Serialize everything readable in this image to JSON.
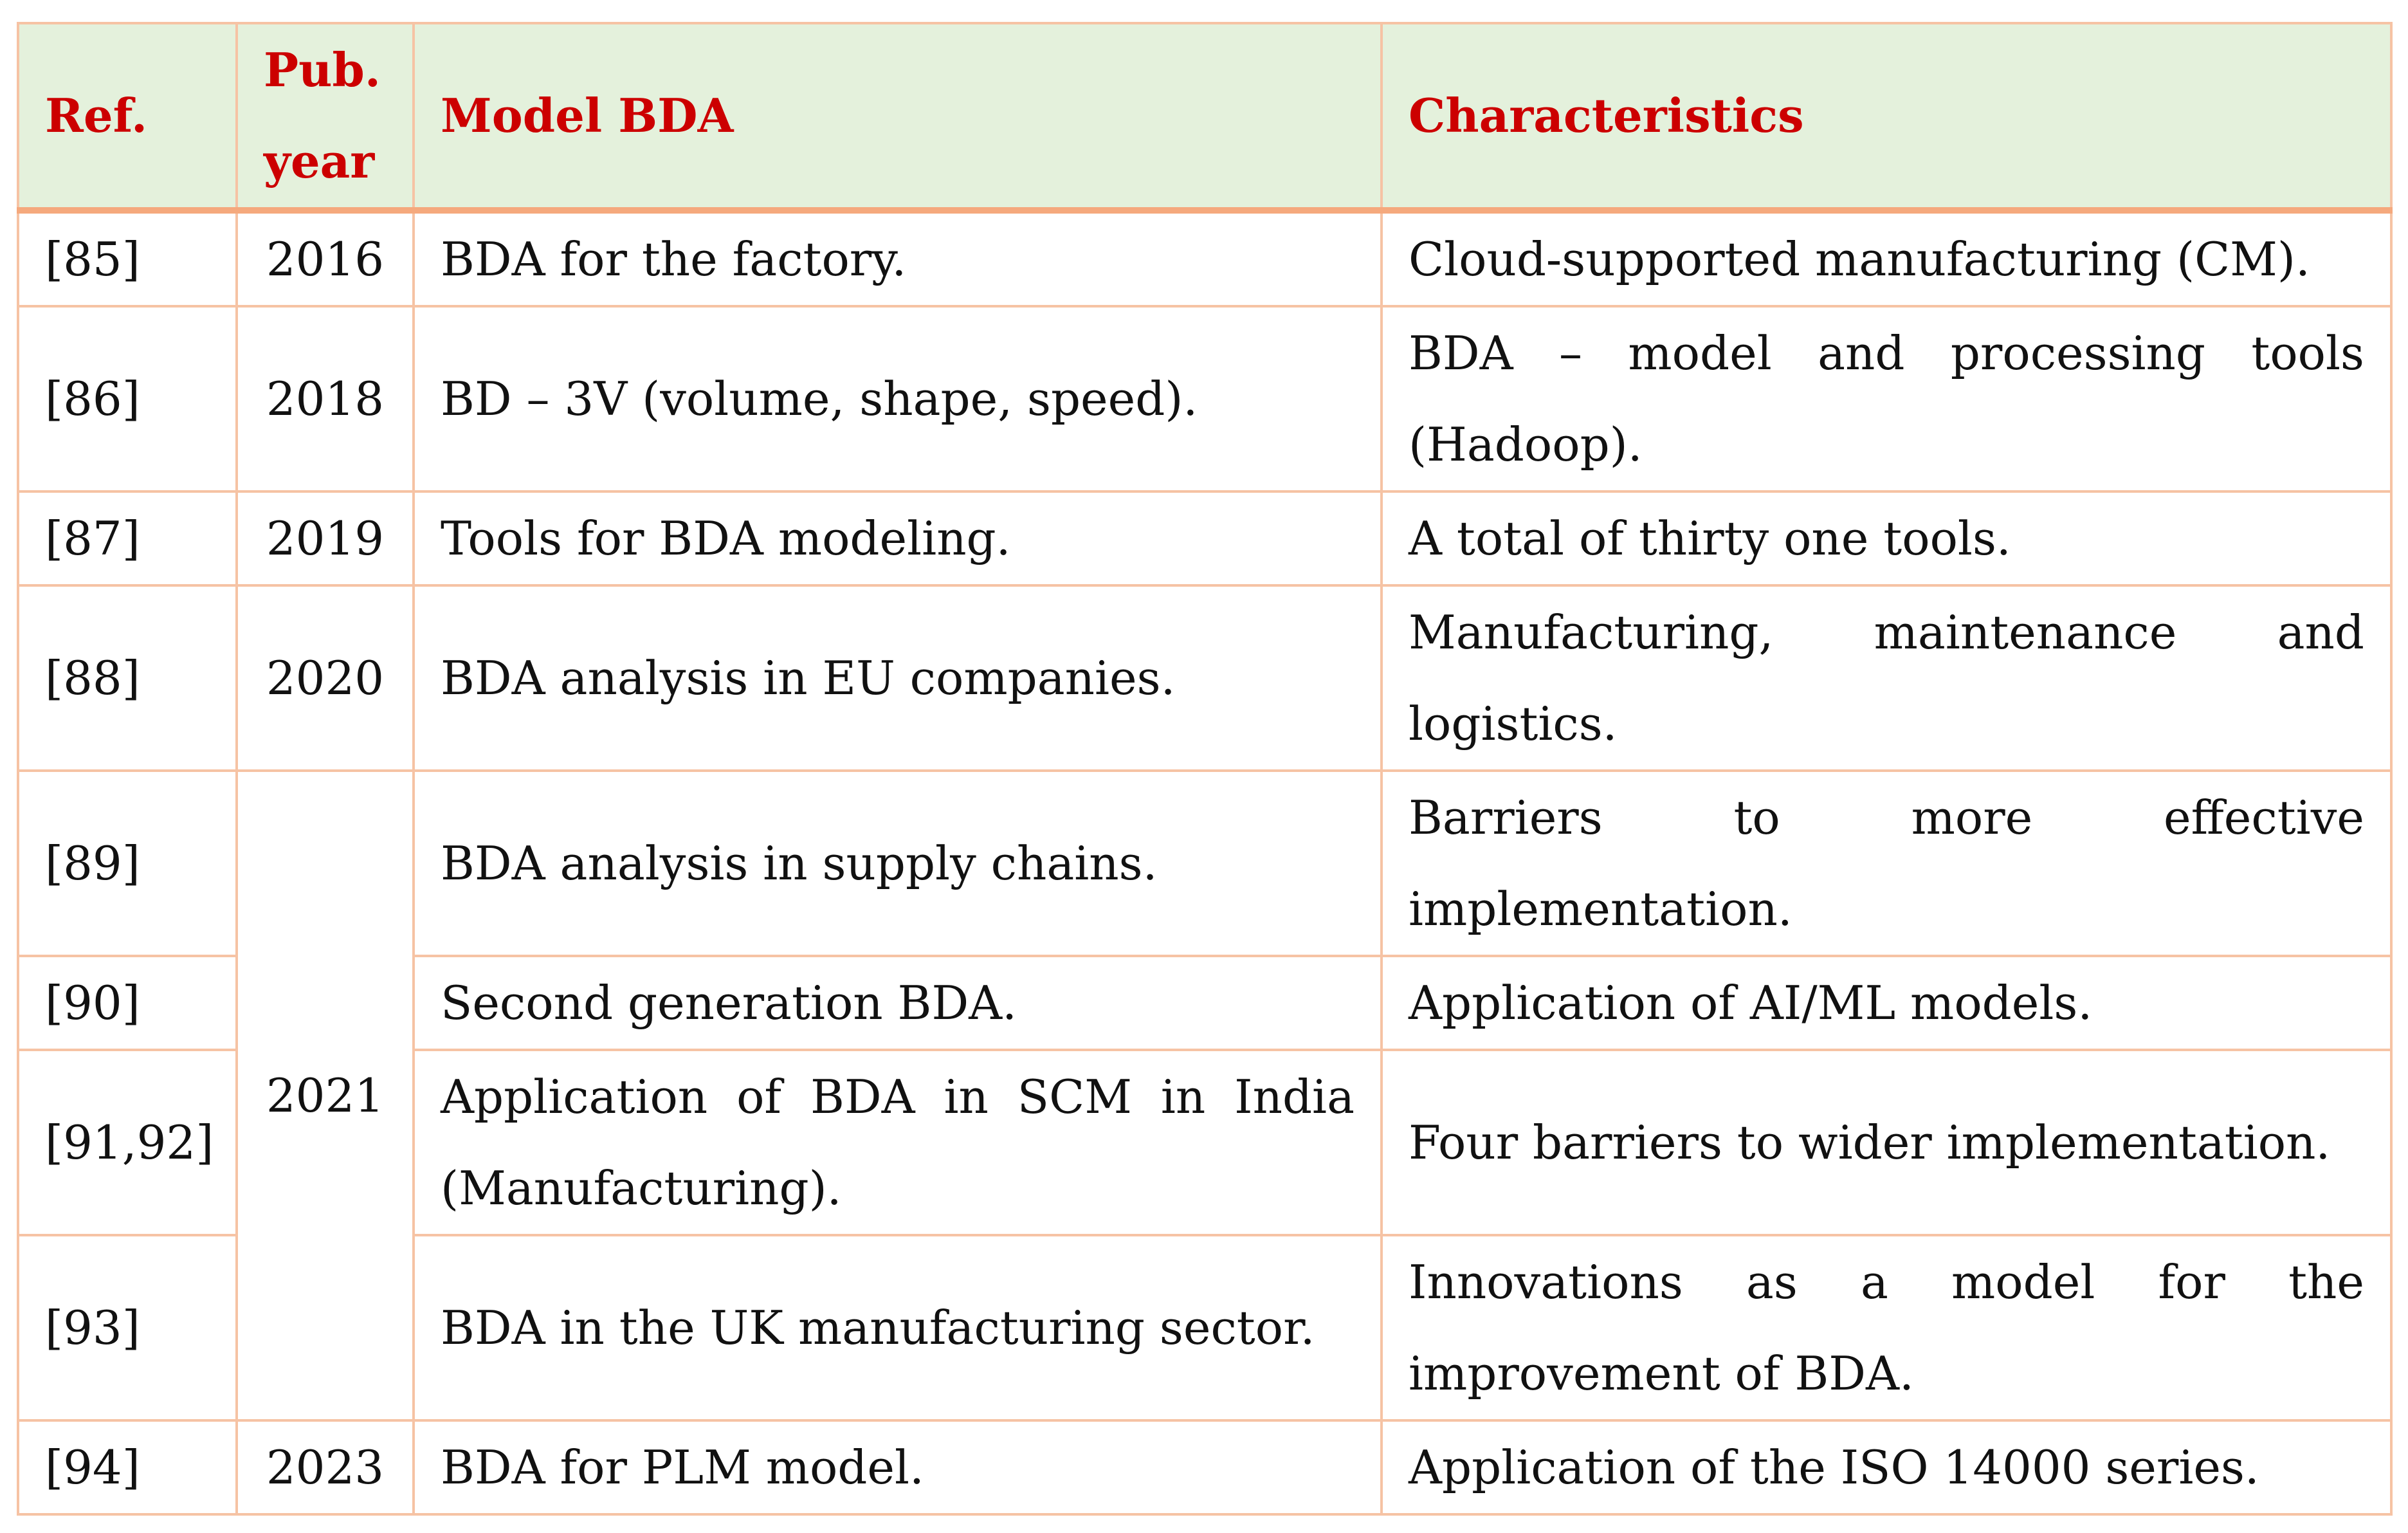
{
  "table": {
    "headers": {
      "ref": "Ref.",
      "year": "Pub. year",
      "model": "Model BDA",
      "characteristics": "Characteristics"
    },
    "rows": [
      {
        "ref": "[85]",
        "year": "2016",
        "model": "BDA for the factory.",
        "characteristics": "Cloud-supported manufacturing (CM)."
      },
      {
        "ref": "[86]",
        "year": "2018",
        "model": "BD – 3V (volume, shape, speed).",
        "characteristics": "BDA – model and processing tools (Hadoop)."
      },
      {
        "ref": "[87]",
        "year": "2019",
        "model": "Tools for BDA modeling.",
        "characteristics": "A total of thirty one tools."
      },
      {
        "ref": "[88]",
        "year": "2020",
        "model": "BDA analysis in EU companies.",
        "characteristics": "Manufacturing, maintenance and logistics."
      },
      {
        "ref": "[89]",
        "year": "2021",
        "model": "BDA analysis in supply chains.",
        "characteristics": "Barriers to more effective implementation."
      },
      {
        "ref": "[90]",
        "model": "Second generation BDA.",
        "characteristics": "Application of AI/ML models."
      },
      {
        "ref": "[91,92]",
        "model": "Application of BDA in SCM in India (Manufacturing).",
        "characteristics": "Four barriers to wider implementation."
      },
      {
        "ref": "[93]",
        "model": "BDA in the UK manufacturing sector.",
        "characteristics": "Innovations as a model for the improvement of BDA."
      },
      {
        "ref": "[94]",
        "year": "2023",
        "model": "BDA for PLM model.",
        "characteristics": "Application of the ISO 14000 series."
      }
    ]
  },
  "colors": {
    "header_background": "#e4f1dc",
    "header_text": "#cc0000",
    "border": "#f6c3a4",
    "header_rule": "#f5a97d"
  }
}
